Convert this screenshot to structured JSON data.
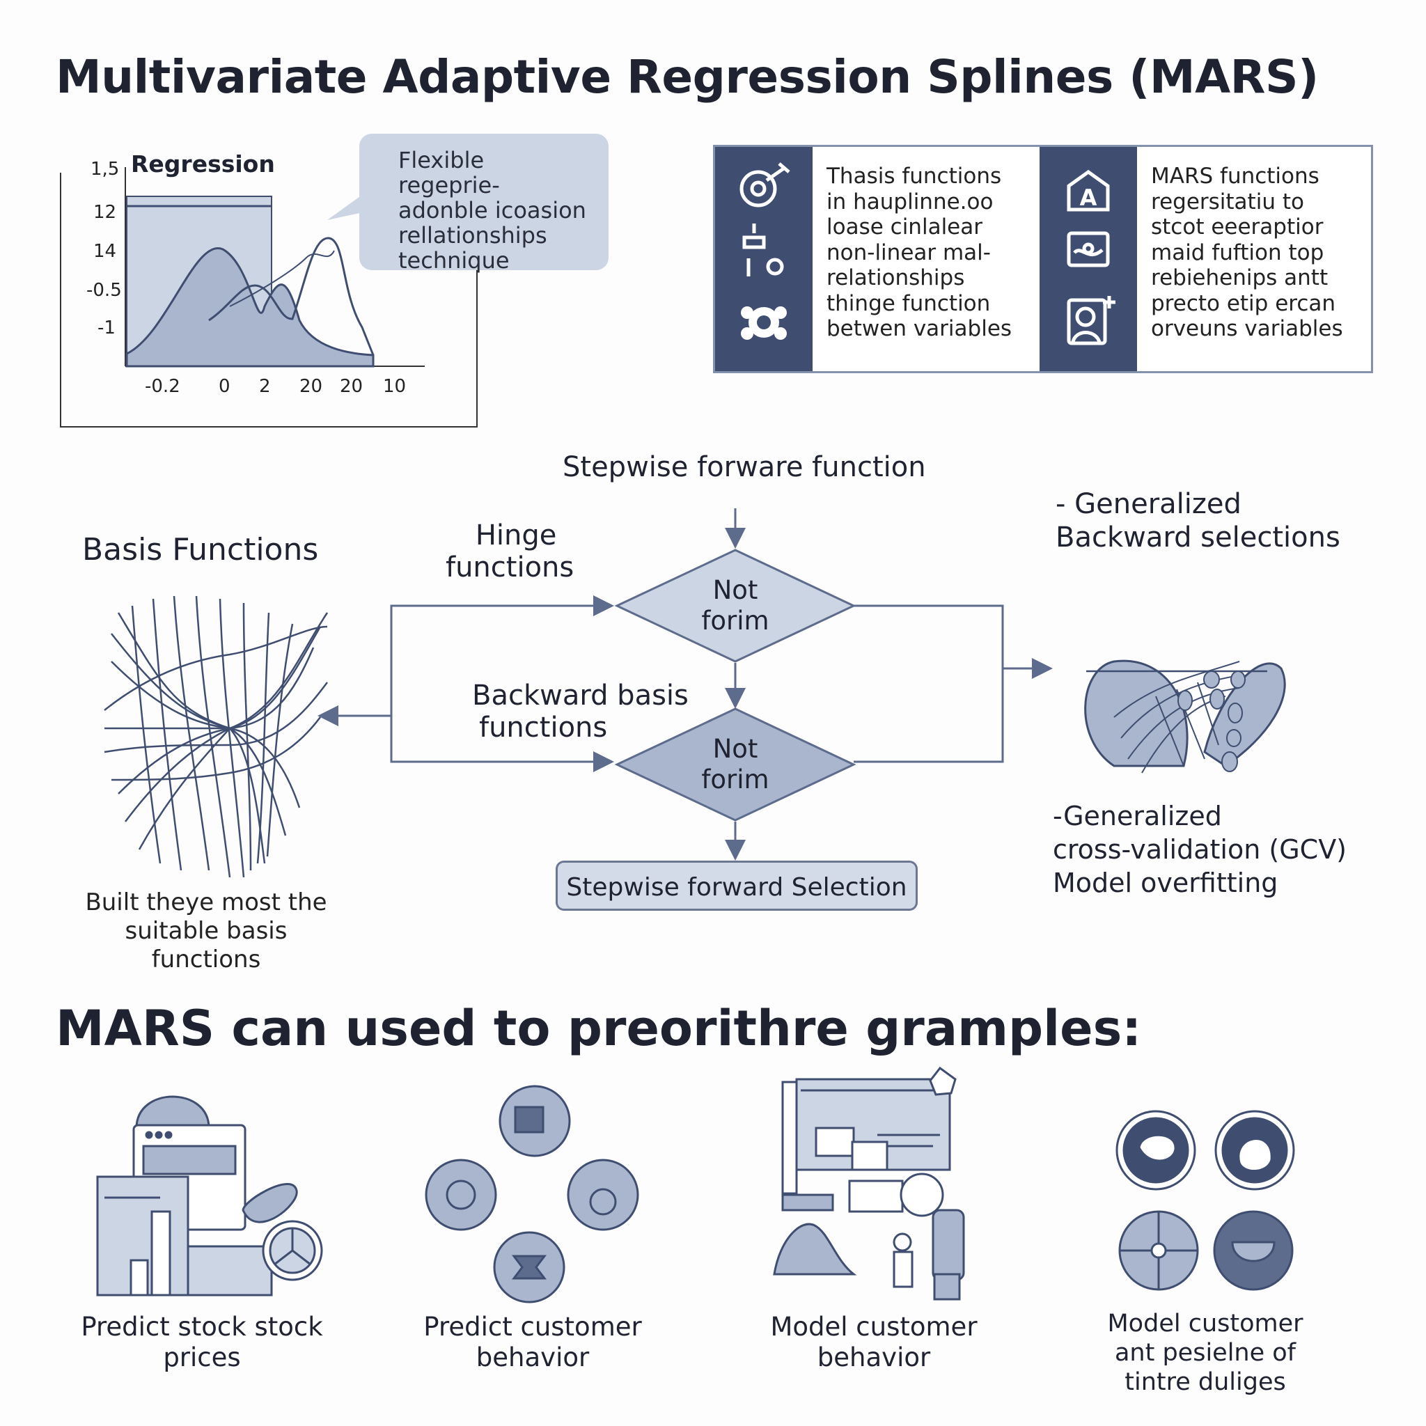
{
  "title": "Multivariate Adaptive Regression Splines (MARS)",
  "chart": {
    "title": "Regression",
    "y_ticks": [
      "1,5",
      "12",
      "14",
      "-0.5",
      "-1"
    ],
    "x_ticks": [
      "-0.2",
      "0",
      "2",
      "20",
      "20",
      "10"
    ]
  },
  "bubble": {
    "lines": [
      "Flexible regeprie-",
      "adonble icoasion",
      "rellationships",
      "technique"
    ]
  },
  "panel": {
    "left_lines": [
      "Thasis functions",
      "in hauplinne.oo",
      "loase cinlalear",
      "non-linear mal-",
      "relationships",
      "thinge function",
      "betwen variables"
    ],
    "right_lines": [
      "MARS functions",
      "regersitatiu to",
      "stcot eeeraptior",
      "maid fuftion top",
      "rebiehenips antt",
      "precto etip ercan",
      "orveuns variables"
    ],
    "left_icons": [
      "target-wrench-icon",
      "hook-gear-icon",
      "cog-cluster-icon"
    ],
    "right_icons": [
      "house-letter-a-icon",
      "monitor-chart-icon",
      "person-plus-icon"
    ]
  },
  "flow": {
    "top_label": "Stepwise forware function",
    "hinge_label": [
      "Hinge",
      "functions"
    ],
    "backward_label": [
      "Backward basis",
      "functions"
    ],
    "diamond1": [
      "Not",
      "forim"
    ],
    "diamond2": [
      "Not",
      "forim"
    ],
    "pill": "Stepwise forward Selection",
    "basis_heading": "Basis Functions",
    "basis_caption": [
      "Built theye most the",
      "suitable basis functions"
    ],
    "generalized_backward": [
      "- Generalized",
      "Backward selections"
    ],
    "gcv": [
      "-Generalized",
      "cross-validation (GCV)",
      "Model overfitting"
    ]
  },
  "uses_heading": "MARS can used to preorithre gramples:",
  "uses": [
    {
      "caption": [
        "Predict stock stock",
        "prices"
      ]
    },
    {
      "caption": [
        "Predict customer",
        "behavior"
      ]
    },
    {
      "caption": [
        "Model customer",
        "behavior"
      ]
    },
    {
      "caption": [
        "Model customer",
        "ant pesielne of",
        "tintre duliges"
      ]
    }
  ],
  "colors": {
    "navy": "#3f4e70",
    "slate": "#5d6b8c",
    "fill": "#a9b6cd",
    "light": "#cbd5e3"
  }
}
